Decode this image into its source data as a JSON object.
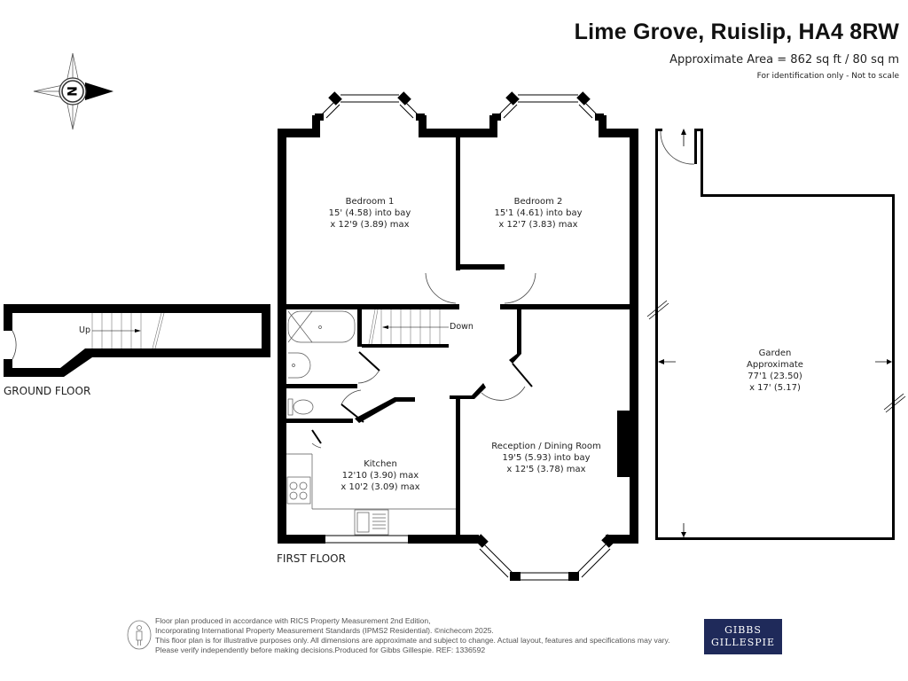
{
  "header": {
    "title": "Lime Grove, Ruislip, HA4 8RW",
    "area": "Approximate Area = 862 sq ft / 80 sq m",
    "note": "For identification only - Not to scale"
  },
  "compass": {
    "label": "N",
    "icon": "north-compass-icon"
  },
  "floors": {
    "ground": "GROUND FLOOR",
    "first": "FIRST FLOOR"
  },
  "stairs": {
    "up": "Up",
    "down": "Down"
  },
  "rooms": {
    "bedroom1": {
      "name": "Bedroom 1",
      "dim1": "15' (4.58) into bay",
      "dim2": "x 12'9 (3.89) max"
    },
    "bedroom2": {
      "name": "Bedroom 2",
      "dim1": "15'1 (4.61) into bay",
      "dim2": "x 12'7 (3.83) max"
    },
    "kitchen": {
      "name": "Kitchen",
      "dim1": "12'10 (3.90) max",
      "dim2": "x 10'2 (3.09) max"
    },
    "reception": {
      "name": "Reception / Dining Room",
      "dim1": "19'5 (5.93) into bay",
      "dim2": "x 12'5 (3.78) max"
    },
    "garden": {
      "name": "Garden",
      "sub": "Approximate",
      "dim1": "77'1 (23.50)",
      "dim2": "x 17' (5.17)"
    }
  },
  "footer": {
    "line1": "Floor plan produced in accordance with RICS Property Measurement 2nd Edition,",
    "line2": "Incorporating International Property Measurement Standards (IPMS2 Residential).   ©nichecom 2025.",
    "line3": "This floor plan is for illustrative purposes only. All dimensions are approximate and subject to change. Actual layout, features and specifications may vary.",
    "line4": "Please verify independently before making decisions.Produced for Gibbs Gillespie.   REF:  1336592"
  },
  "logo": {
    "line1": "GIBBS",
    "line2": "GILLESPIE",
    "bg_color": "#1f2a5a"
  }
}
